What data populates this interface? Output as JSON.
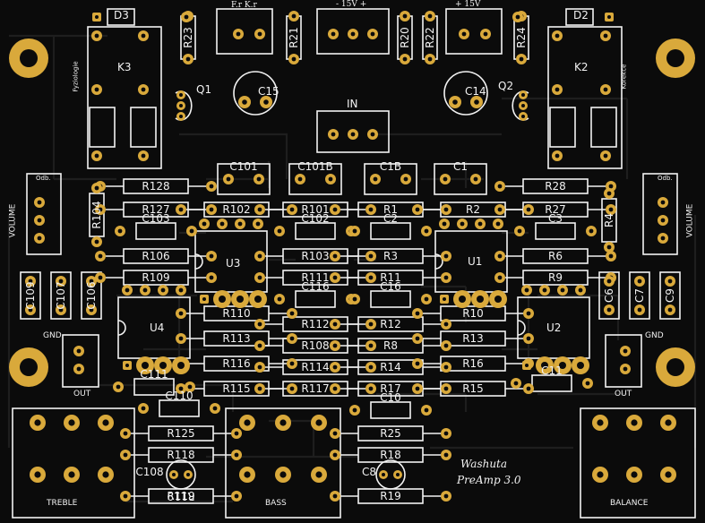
{
  "board": {
    "brand": "Washuta",
    "product": "PreAmp 3.0",
    "colors": {
      "board": "#0b0b0b",
      "pad": "#d9a93b",
      "silk": "#f2f2f2"
    }
  },
  "connectors": {
    "power_left_label": "F.r  K.r",
    "power_mid_label": "-  15V  +",
    "power_right_label": "+ 15V",
    "in_label": "IN",
    "out_left": "OUT",
    "out_right": "OUT",
    "gnd_left": "GND",
    "gnd_right": "GND",
    "volume_left": "VOLUME",
    "volume_right": "VOLUME",
    "odb_left": "Odb.",
    "odb_right": "Odb."
  },
  "pots": {
    "treble": "TREBLE",
    "bass": "BASS",
    "balance": "BALANCE"
  },
  "relays": {
    "k3": "K3",
    "k2": "K2",
    "k3_side": "Fyziologie",
    "k2_side": "Korekce"
  },
  "diodes": {
    "d3": "D3",
    "d2": "D2"
  },
  "transistors": {
    "q1": "Q1",
    "q2": "Q2"
  },
  "ics": {
    "u1": "U1",
    "u2": "U2",
    "u3": "U3",
    "u4": "U4"
  },
  "resistors": {
    "r23": "R23",
    "r21": "R21",
    "r20": "R20",
    "r22": "R22",
    "r24": "R24",
    "r128": "R128",
    "r127": "R127",
    "r104": "R104",
    "r106": "R106",
    "r109": "R109",
    "r102": "R102",
    "r101": "R101",
    "r1": "R1",
    "r2": "R2",
    "r28": "R28",
    "r27": "R27",
    "r4": "R4",
    "r6": "R6",
    "r9": "R9",
    "r103": "R103",
    "r111": "R111",
    "r3": "R3",
    "r11": "R11",
    "r110": "R110",
    "r112": "R112",
    "r12": "R12",
    "r10": "R10",
    "r113": "R113",
    "r108": "R108",
    "r8": "R8",
    "r116": "R116",
    "r114": "R114",
    "r14": "R14",
    "r16": "R16",
    "r115": "R115",
    "r117": "R117",
    "r17": "R17",
    "r15": "R15",
    "r125": "R125",
    "r118": "R118",
    "r119": "R119",
    "r25": "R25",
    "r18": "R18",
    "r19": "R19",
    "r13": "R13"
  },
  "capacitors": {
    "c15": "C15",
    "c14": "C14",
    "c101": "C101",
    "c101b": "C101B",
    "c1b": "C1B",
    "c1": "C1",
    "c103": "C103",
    "c102": "C102",
    "c2": "C2",
    "c3": "C3",
    "c109": "C109",
    "c107": "C107",
    "c106": "C106",
    "c116": "C116",
    "c16": "C16",
    "c6": "C6",
    "c7": "C7",
    "c9": "C9",
    "c111": "C111",
    "c11": "C11",
    "c110": "C110",
    "c10": "C10",
    "c108": "C108",
    "c8": "C8"
  }
}
